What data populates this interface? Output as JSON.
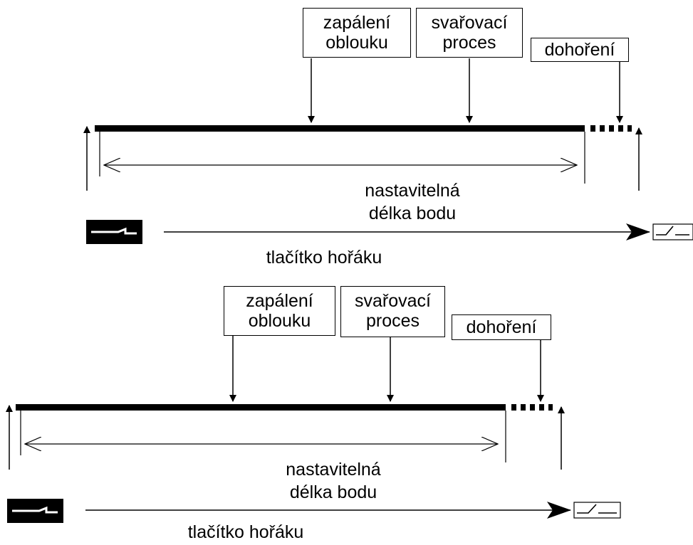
{
  "diagrams": [
    {
      "phases": {
        "arc_ignition": "zapálení oblouku",
        "welding_process": "svařovací proces",
        "afterburn": "dohoření"
      },
      "duration_label": "nastavitelná délka bodu",
      "button_label": "tlačítko hořáku"
    },
    {
      "phases": {
        "arc_ignition": "zapálení oblouku",
        "welding_process": "svařovací proces",
        "afterburn": "dohoření"
      },
      "duration_label": "nastavitelná délka bodu",
      "button_label": "tlačítko hořáku"
    }
  ],
  "icons": {
    "switch_pressed": "switch-closed-icon",
    "switch_released": "switch-open-icon"
  }
}
